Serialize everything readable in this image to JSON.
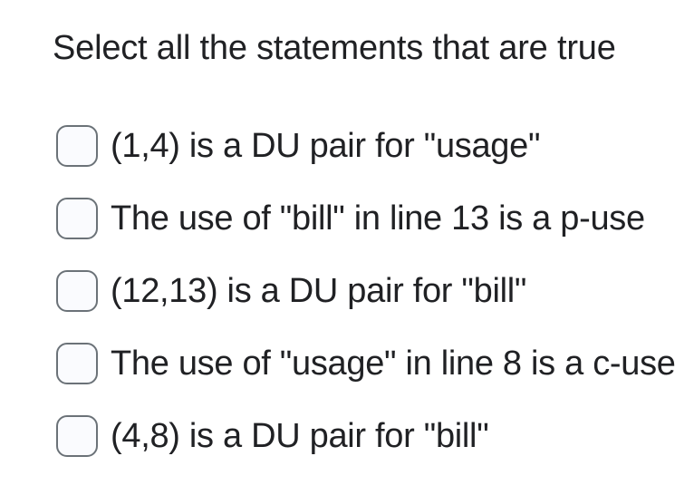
{
  "question": {
    "title": "Select all the statements that are true",
    "options": [
      {
        "label": "(1,4) is a DU pair for \"usage\"",
        "checked": false
      },
      {
        "label": "The use of \"bill\" in line 13 is a p-use",
        "checked": false
      },
      {
        "label": "(12,13) is a DU pair for \"bill\"",
        "checked": false
      },
      {
        "label": "The use of \"usage\" in line 8 is a c-use",
        "checked": false
      },
      {
        "label": "(4,8) is a DU pair for \"bill\"",
        "checked": false
      }
    ]
  },
  "colors": {
    "page_background": "#ffffff",
    "text": "#202124",
    "checkbox_border": "#6b7278",
    "checkbox_fill": "#fafbfe"
  }
}
